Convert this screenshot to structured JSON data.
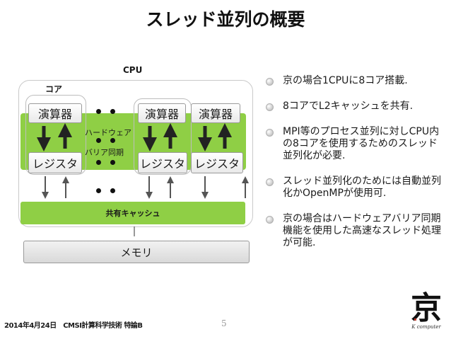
{
  "title": "スレッド並列の概要",
  "diagram": {
    "cpu_label": "CPU",
    "core_label": "コア",
    "alu_label": "演算器",
    "register_label": "レジスタ",
    "hw_barrier_line1": "ハードウェア",
    "hw_barrier_line2": "バリア同期",
    "shared_cache_label": "共有キャッシュ",
    "memory_label": "メモリ"
  },
  "bullets": [
    "京の場合1CPUに8コア搭載.",
    "8コアでL2キャッシュを共有.",
    "MPI等のプロセス並列に対しCPU内の8コアを使用するためのスレッド並列化が必要.",
    "スレッド並列化のためには自動並列化かOpenMPが使用可.",
    "京の場合はハードウェアバリア同期機能を使用した高速なスレッド処理が可能."
  ],
  "footer": {
    "left": "2014年4月24日　CMSI計算科学技術 特論B",
    "page_number": "5"
  },
  "logo": {
    "glyph": "京",
    "caption": "K computer"
  },
  "colors": {
    "green": "#8fcf45",
    "box_border": "#9a9a9a"
  }
}
